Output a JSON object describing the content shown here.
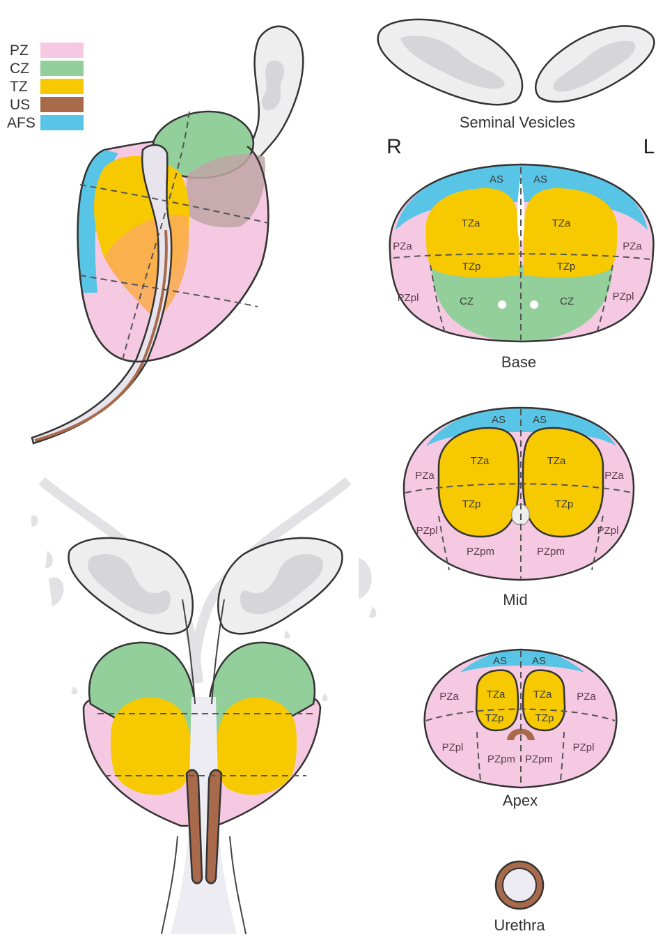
{
  "legend": [
    {
      "code": "PZ",
      "color": "#f6c9e2"
    },
    {
      "code": "CZ",
      "color": "#92cf9a"
    },
    {
      "code": "TZ",
      "color": "#f7c900"
    },
    {
      "code": "US",
      "color": "#a86a4a"
    },
    {
      "code": "AFS",
      "color": "#58c5e6"
    }
  ],
  "colors": {
    "pz": "#f6c9e2",
    "cz": "#92cf9a",
    "tz": "#f7c900",
    "us": "#a86a4a",
    "afs": "#58c5e6",
    "vesicle": "#eeeeef",
    "outline": "#333333"
  },
  "captions": {
    "seminal_vesicles": "Seminal Vesicles",
    "right": "R",
    "left": "L",
    "base": "Base",
    "mid": "Mid",
    "apex": "Apex",
    "urethra": "Urethra"
  },
  "base_labels": {
    "as_r": "AS",
    "as_l": "AS",
    "tza_r": "TZa",
    "tza_l": "TZa",
    "tzp_r": "TZp",
    "tzp_l": "TZp",
    "pza_r": "PZa",
    "pza_l": "PZa",
    "pzpl_r": "PZpl",
    "pzpl_l": "PZpl",
    "cz_r": "CZ",
    "cz_l": "CZ"
  },
  "mid_labels": {
    "as_r": "AS",
    "as_l": "AS",
    "tza_r": "TZa",
    "tza_l": "TZa",
    "tzp_r": "TZp",
    "tzp_l": "TZp",
    "pza_r": "PZa",
    "pza_l": "PZa",
    "pzpl_r": "PZpl",
    "pzpl_l": "PZpl",
    "pzpm_r": "PZpm",
    "pzpm_l": "PZpm"
  },
  "apex_labels": {
    "as_r": "AS",
    "as_l": "AS",
    "tza_r": "TZa",
    "tza_l": "TZa",
    "tzp_r": "TZp",
    "tzp_l": "TZp",
    "pza_r": "PZa",
    "pza_l": "PZa",
    "pzpl_r": "PZpl",
    "pzpl_l": "PZpl",
    "pzpm_r": "PZpm",
    "pzpm_l": "PZpm"
  }
}
